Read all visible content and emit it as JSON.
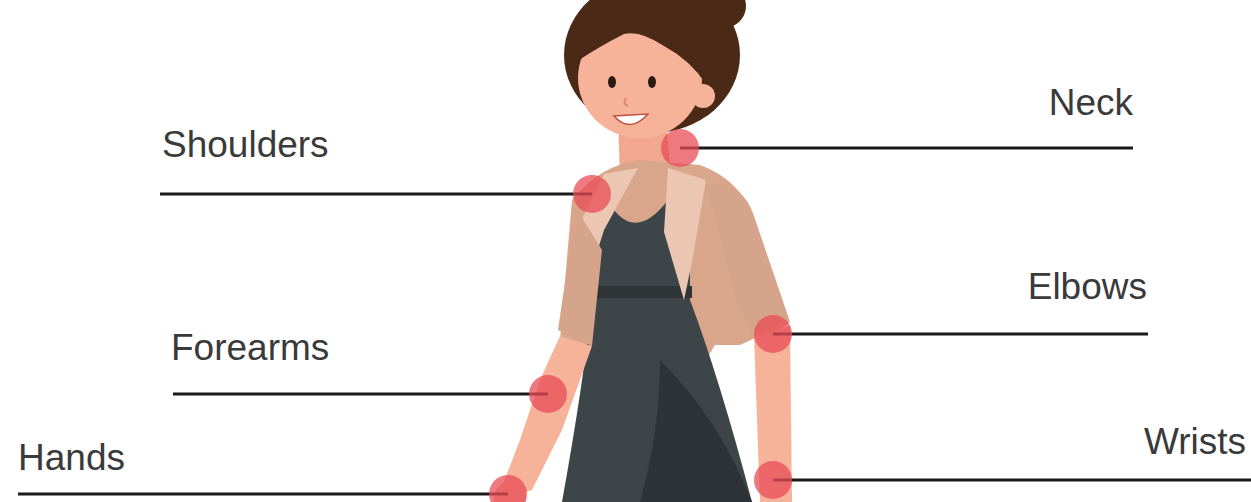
{
  "diagram": {
    "labels": [
      "Neck",
      "Shoulders",
      "Elbows",
      "Forearms",
      "Hands",
      "Wrists"
    ]
  }
}
